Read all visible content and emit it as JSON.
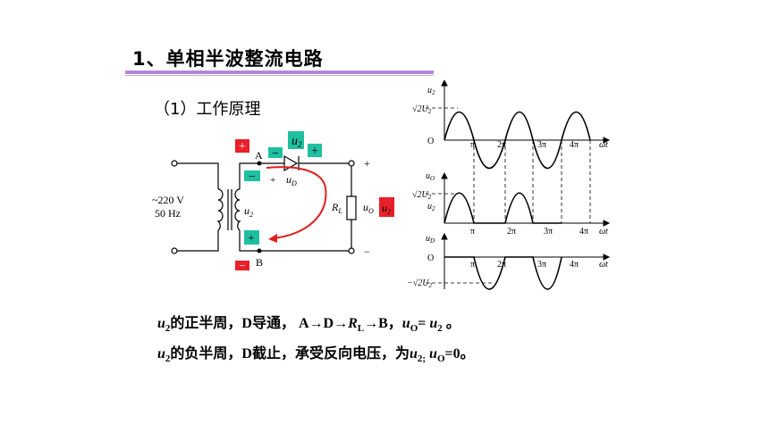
{
  "title": "1、单相半波整流电路",
  "subtitle": "（1）工作原理",
  "circuit": {
    "source_voltage": "~220 V",
    "source_freq": "50 Hz",
    "secondary_label": "u",
    "secondary_sub": "2",
    "node_a": "A",
    "node_b": "B",
    "diode_label": "u",
    "diode_sub": "D",
    "load_label": "R",
    "load_sub": "L",
    "out_label": "u",
    "out_sub": "O",
    "plus": "+",
    "minus": "−",
    "badge_u2": "u",
    "badge_u2_sub": "2"
  },
  "waveforms": {
    "u2": {
      "ylabel": "u",
      "ylabel_sub": "2",
      "peak": "√2U",
      "peak_sub": "2",
      "origin": "O"
    },
    "uo": {
      "ylabel": "u",
      "ylabel_sub": "O",
      "peak": "√2U",
      "peak_sub": "2",
      "peak2": "u",
      "peak2_sub": "2"
    },
    "ud": {
      "ylabel": "u",
      "ylabel_sub": "D",
      "neg_peak": "−√2U",
      "neg_peak_sub": "2",
      "origin": "O"
    },
    "ticks": [
      "π",
      "2π",
      "3π",
      "4π"
    ],
    "xlabel": "ωt"
  },
  "explanation": {
    "l1_a": "u",
    "l1_a_sub": "2",
    "l1_b": "的正半周，D导通， A→D→",
    "l1_r": "R",
    "l1_r_sub": "L",
    "l1_c": "→B，",
    "l1_uo": "u",
    "l1_uo_sub": "O",
    "l1_d": "= ",
    "l1_u2": "u",
    "l1_u2_sub": "2",
    "l1_e": " 。",
    "l2_a": "u",
    "l2_a_sub": "2",
    "l2_b": "的负半周，D截止，承受反向电压，为",
    "l2_u2": "u",
    "l2_u2_sub": "2;",
    "l2_uo": " u",
    "l2_uo_sub": "O",
    "l2_c": "=0。"
  }
}
